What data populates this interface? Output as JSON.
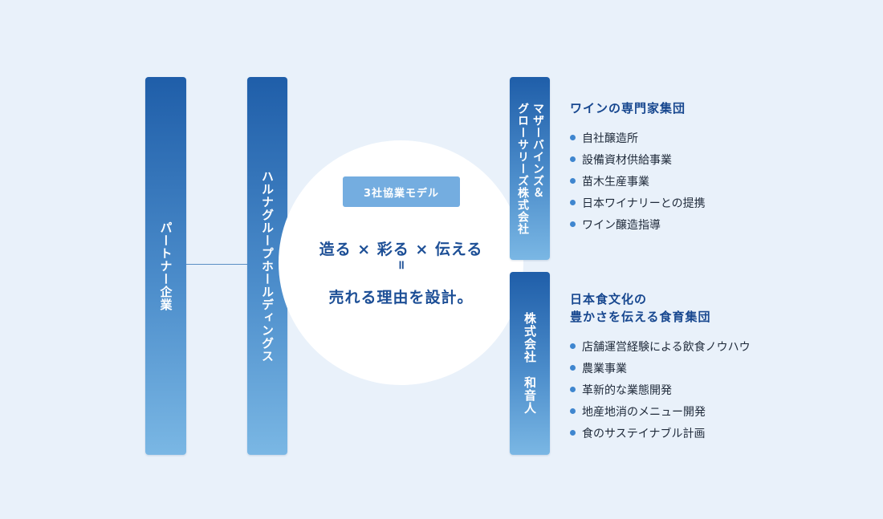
{
  "left_pillars": {
    "partner": "パートナー企業",
    "holdings": "ハルナグループホールディングス"
  },
  "center": {
    "badge": "3社協業モデル",
    "line1": "造る × 彩る × 伝える",
    "equals": "॥",
    "line2": "売れる理由を設計。"
  },
  "companies": [
    {
      "name_lines": "マザーバインズ＆\nグローサリーズ株式会社",
      "title": "ワインの専門家集団",
      "items": [
        "自社醸造所",
        "設備資材供給事業",
        "苗木生産事業",
        "日本ワイナリーとの提携",
        "ワイン醸造指導"
      ]
    },
    {
      "name_lines": "株式会社　和音人",
      "title_line1": "日本食文化の",
      "title_line2": "豊かさを伝える食育集団",
      "items": [
        "店舗運営経験による飲食ノウハウ",
        "農業事業",
        "革新的な業態開発",
        "地産地消のメニュー開発",
        "食のサステイナブル計画"
      ]
    }
  ],
  "colors": {
    "background": "#e9f1fa",
    "pillar_top": "#1f5ea9",
    "pillar_bottom": "#7ab7e4",
    "accent_text": "#1d4f96",
    "badge": "#74ade0",
    "bullet": "#3f86cf"
  }
}
